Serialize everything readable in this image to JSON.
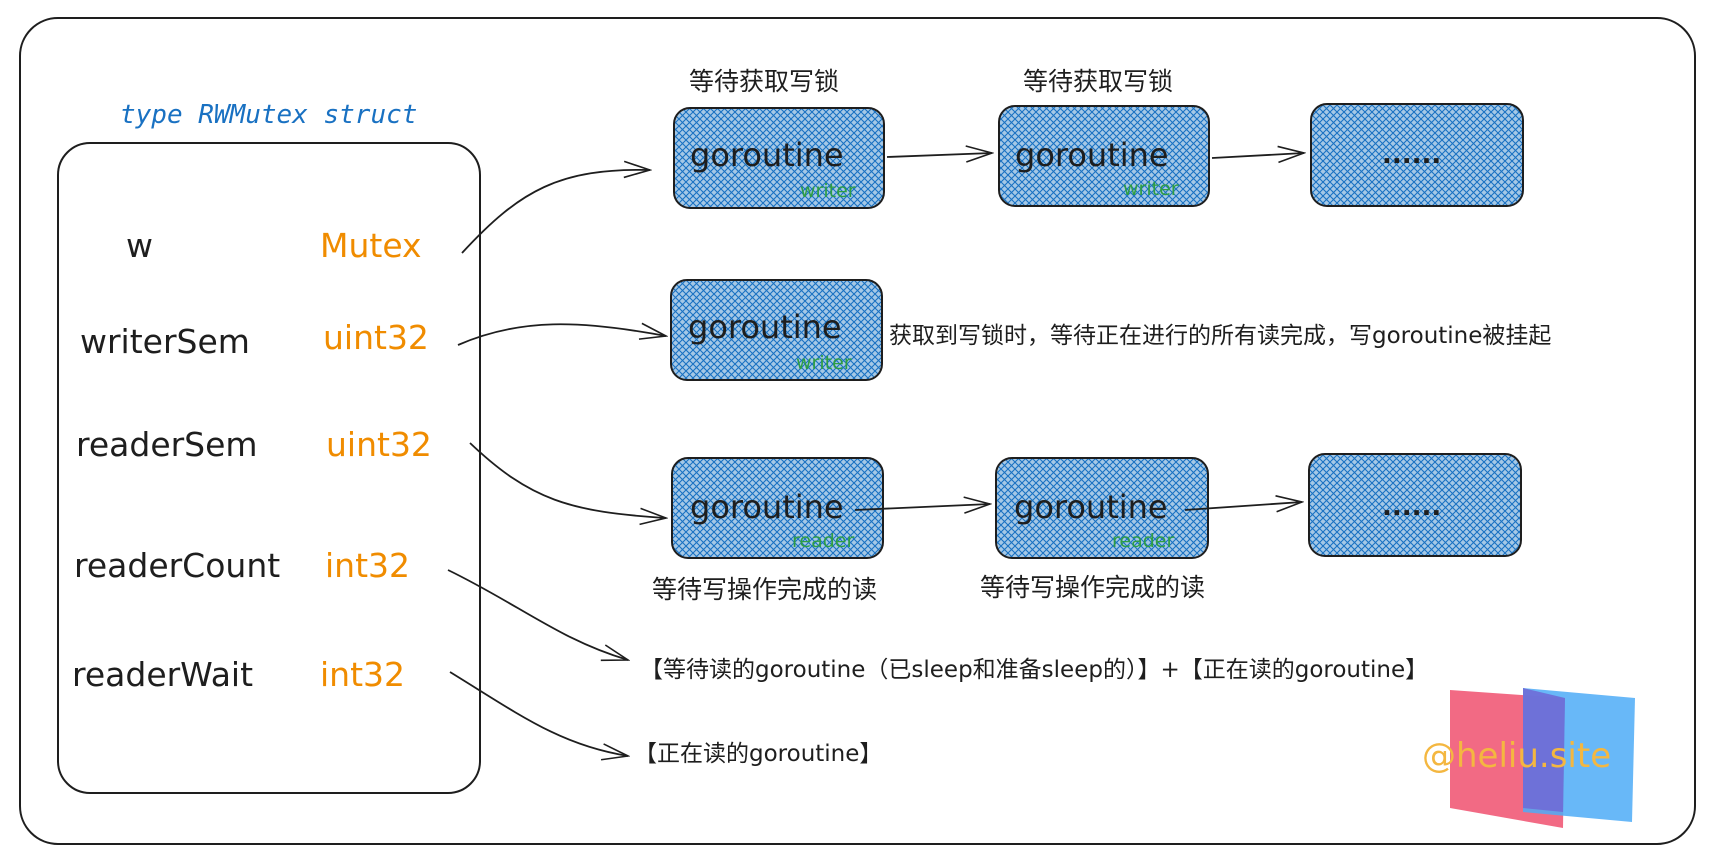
{
  "struct": {
    "title": "type RWMutex struct",
    "fields": [
      {
        "name": "w",
        "type": "Mutex"
      },
      {
        "name": "writerSem",
        "type": "uint32"
      },
      {
        "name": "readerSem",
        "type": "uint32"
      },
      {
        "name": "readerCount",
        "type": "int32"
      },
      {
        "name": "readerWait",
        "type": "int32"
      }
    ]
  },
  "writer_queue": {
    "captions": [
      "等待获取写锁",
      "等待获取写锁"
    ],
    "boxes": [
      {
        "text": "goroutine",
        "role": "writer"
      },
      {
        "text": "goroutine",
        "role": "writer"
      },
      {
        "text": "......"
      }
    ]
  },
  "active_writer": {
    "text": "goroutine",
    "role": "writer",
    "note": "获取到写锁时，等待正在进行的所有读完成，写goroutine被挂起"
  },
  "reader_queue": {
    "captions": [
      "等待写操作完成的读",
      "等待写操作完成的读"
    ],
    "boxes": [
      {
        "text": "goroutine",
        "role": "reader"
      },
      {
        "text": "goroutine",
        "role": "reader"
      },
      {
        "text": "......"
      }
    ]
  },
  "reader_count_note": "【等待读的goroutine（已sleep和准备sleep的）】+【正在读的goroutine】",
  "reader_wait_note": "【正在读的goroutine】",
  "watermark": "@heliu.site",
  "colors": {
    "frame": "#1e1e1e",
    "box_fill": "#a5c8e6",
    "hatch": "#1971c2",
    "type_color": "#f08c00",
    "role_color": "#2f9e44",
    "title_color": "#1971c2",
    "watermark_red": "#f0506e",
    "watermark_blue": "#4dabf7",
    "watermark_text": "#f4b740"
  }
}
